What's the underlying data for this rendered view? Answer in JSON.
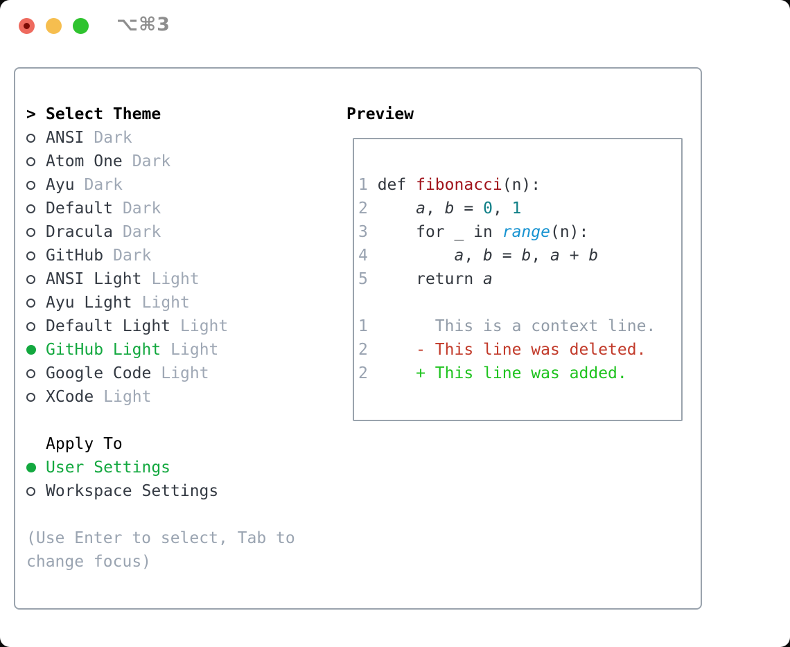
{
  "window": {
    "title": "⌥⌘3"
  },
  "theme_picker": {
    "header": {
      "caret": ">",
      "label": "Select Theme"
    },
    "items": [
      {
        "name": "ANSI",
        "variant": "Dark",
        "selected": false
      },
      {
        "name": "Atom One",
        "variant": "Dark",
        "selected": false
      },
      {
        "name": "Ayu",
        "variant": "Dark",
        "selected": false
      },
      {
        "name": "Default",
        "variant": "Dark",
        "selected": false
      },
      {
        "name": "Dracula",
        "variant": "Dark",
        "selected": false
      },
      {
        "name": "GitHub",
        "variant": "Dark",
        "selected": false
      },
      {
        "name": "ANSI Light",
        "variant": "Light",
        "selected": false
      },
      {
        "name": "Ayu Light",
        "variant": "Light",
        "selected": false
      },
      {
        "name": "Default Light",
        "variant": "Light",
        "selected": false
      },
      {
        "name": "GitHub Light",
        "variant": "Light",
        "selected": true
      },
      {
        "name": "Google Code",
        "variant": "Light",
        "selected": false
      },
      {
        "name": "XCode",
        "variant": "Light",
        "selected": false
      }
    ]
  },
  "preview": {
    "label": "Preview",
    "lines": [
      [],
      [
        {
          "t": "1",
          "c": "ln"
        },
        {
          "t": " def ",
          "c": "p"
        },
        {
          "t": "fibonacci",
          "c": "fn"
        },
        {
          "t": "(n):",
          "c": "p"
        }
      ],
      [
        {
          "t": "2",
          "c": "ln"
        },
        {
          "t": "     ",
          "c": "p"
        },
        {
          "t": "a",
          "c": "v"
        },
        {
          "t": ", ",
          "c": "p"
        },
        {
          "t": "b",
          "c": "v"
        },
        {
          "t": " = ",
          "c": "p"
        },
        {
          "t": "0",
          "c": "n"
        },
        {
          "t": ", ",
          "c": "p"
        },
        {
          "t": "1",
          "c": "n"
        }
      ],
      [
        {
          "t": "3",
          "c": "ln"
        },
        {
          "t": "     for _ in ",
          "c": "p"
        },
        {
          "t": "range",
          "c": "c"
        },
        {
          "t": "(n):",
          "c": "p"
        }
      ],
      [
        {
          "t": "4",
          "c": "ln"
        },
        {
          "t": "         ",
          "c": "p"
        },
        {
          "t": "a",
          "c": "v"
        },
        {
          "t": ", ",
          "c": "p"
        },
        {
          "t": "b",
          "c": "v"
        },
        {
          "t": " = ",
          "c": "p"
        },
        {
          "t": "b",
          "c": "v"
        },
        {
          "t": ", ",
          "c": "p"
        },
        {
          "t": "a",
          "c": "v"
        },
        {
          "t": " + ",
          "c": "p"
        },
        {
          "t": "b",
          "c": "v"
        }
      ],
      [
        {
          "t": "5",
          "c": "ln"
        },
        {
          "t": "     return ",
          "c": "p"
        },
        {
          "t": "a",
          "c": "v"
        }
      ],
      [],
      [
        {
          "t": "1",
          "c": "ln"
        },
        {
          "t": "       This is a context line.",
          "c": "ctx"
        }
      ],
      [
        {
          "t": "2",
          "c": "ln"
        },
        {
          "t": "     ",
          "c": "p"
        },
        {
          "t": "- This line was deleted.",
          "c": "del"
        }
      ],
      [
        {
          "t": "2",
          "c": "ln"
        },
        {
          "t": "     ",
          "c": "p"
        },
        {
          "t": "+ This line was added.",
          "c": "add"
        }
      ]
    ]
  },
  "apply_to": {
    "label": "Apply To",
    "options": [
      {
        "label": "User Settings",
        "selected": true
      },
      {
        "label": "Workspace Settings",
        "selected": false
      }
    ]
  },
  "footer": {
    "hint": "(Use Enter to select, Tab to change focus)"
  },
  "colors": {
    "selected_green": "#13a83f",
    "added_green": "#1ec31e",
    "deleted_red": "#c23b2b",
    "function_red": "#a0131b",
    "number_teal": "#0e7e86",
    "builtin_blue": "#1793d1",
    "muted_gray": "#9fa8b5",
    "ink": "#32373e",
    "border_gray": "#9aa3ad",
    "traffic_red": "#ee6a5e",
    "traffic_yellow": "#f6be4f",
    "traffic_green": "#2fc32f"
  }
}
